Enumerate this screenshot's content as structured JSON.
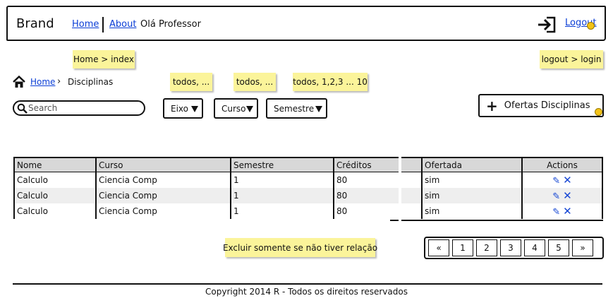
{
  "header": {
    "brand": "Brand",
    "nav": {
      "home": "Home",
      "about": "About"
    },
    "greeting": "Olá Professor",
    "logout": "Logout"
  },
  "notes": {
    "home_index": "Home > index",
    "logout_login": "logout > login",
    "filter_eixo": "todos, ...",
    "filter_curso": "todos, ...",
    "filter_semestre": "todos, 1,2,3 ... 10",
    "delete_rule": "Excluir  somente se não tiver relação"
  },
  "breadcrumb": {
    "home": "Home",
    "separator": "›",
    "current": "Disciplinas"
  },
  "search": {
    "placeholder": "Search"
  },
  "filters": {
    "eixo": "Eixo",
    "curso": "Curso",
    "semestre": "Semestre"
  },
  "offer_button": {
    "label": "Ofertas Disciplinas",
    "icon": "plus-icon"
  },
  "table": {
    "columns": [
      "Nome",
      "Curso",
      "Semestre",
      "Créditos",
      "Ofertada",
      "Actions"
    ],
    "rows": [
      [
        "Calculo",
        "Ciencia Comp",
        "1",
        "80",
        "sim"
      ],
      [
        "Calculo",
        "Ciencia Comp",
        "1",
        "80",
        "sim"
      ],
      [
        "Calculo",
        "Ciencia Comp",
        "1",
        "80",
        "sim"
      ]
    ],
    "actions": {
      "edit_icon": "pencil-icon",
      "delete_icon": "x-icon"
    }
  },
  "pagination": {
    "prev": "«",
    "pages": [
      "1",
      "2",
      "3",
      "4",
      "5"
    ],
    "next": "»"
  },
  "footer": {
    "copyright": "Copyright 2014 R - Todos os direitos reservados"
  },
  "colors": {
    "note_bg": "#fbf49a",
    "link": "#0a3dd6",
    "action_icon": "#1546d4",
    "table_header": "#d8d8d8"
  }
}
